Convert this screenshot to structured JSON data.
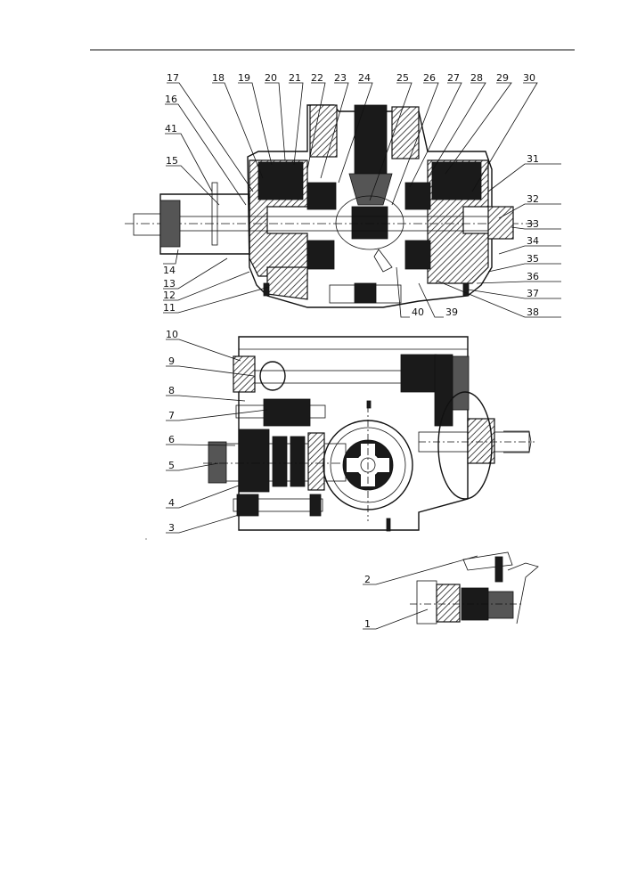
{
  "drawing": {
    "callouts": [
      "1",
      "2",
      "3",
      "4",
      "5",
      "6",
      "7",
      "8",
      "9",
      "10",
      "11",
      "12",
      "13",
      "14",
      "15",
      "16",
      "17",
      "18",
      "19",
      "20",
      "21",
      "22",
      "23",
      "24",
      "25",
      "26",
      "27",
      "28",
      "29",
      "30",
      "31",
      "32",
      "33",
      "34",
      "35",
      "36",
      "37",
      "38",
      "39",
      "40",
      "41"
    ]
  }
}
